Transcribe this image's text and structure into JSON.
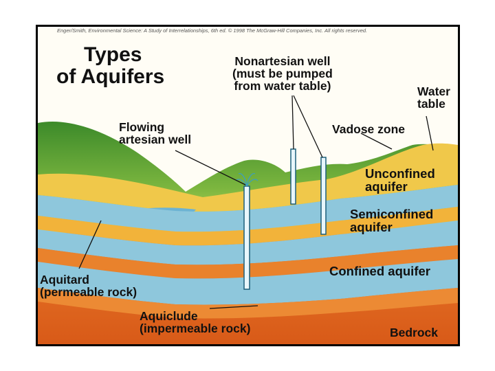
{
  "copyright": "Enger/Smith, Environmental Science: A Study of Interrelationships, 6th ed. © 1998 The McGraw-Hill Companies, Inc. All rights reserved.",
  "title": {
    "line1": "Types",
    "line2": "of Aquifers"
  },
  "labels": {
    "nonartesian": {
      "line1": "Nonartesian well",
      "line2": "(must be pumped",
      "line3": "from water table)"
    },
    "water_table": {
      "line1": "Water",
      "line2": "table"
    },
    "flowing": {
      "line1": "Flowing",
      "line2": "artesian well"
    },
    "vadose": "Vadose zone",
    "unconfined": {
      "line1": "Unconfined",
      "line2": "aquifer"
    },
    "semiconfined": {
      "line1": "Semiconfined",
      "line2": "aquifer"
    },
    "confined": "Confined aquifer",
    "aquitard": {
      "line1": "Aquitard",
      "line2": "(permeable rock)"
    },
    "aquiclude": {
      "line1": "Aquiclude",
      "line2": "(impermeable rock)"
    },
    "bedrock": "Bedrock"
  },
  "colors": {
    "hills": "#4f9a33",
    "vadose": "#f0c84a",
    "aquifer_blue": "#8ec7dc",
    "aquiclude_orange": "#e9822c",
    "bedrock": "#e0661f",
    "lake": "#6cb3d3"
  }
}
